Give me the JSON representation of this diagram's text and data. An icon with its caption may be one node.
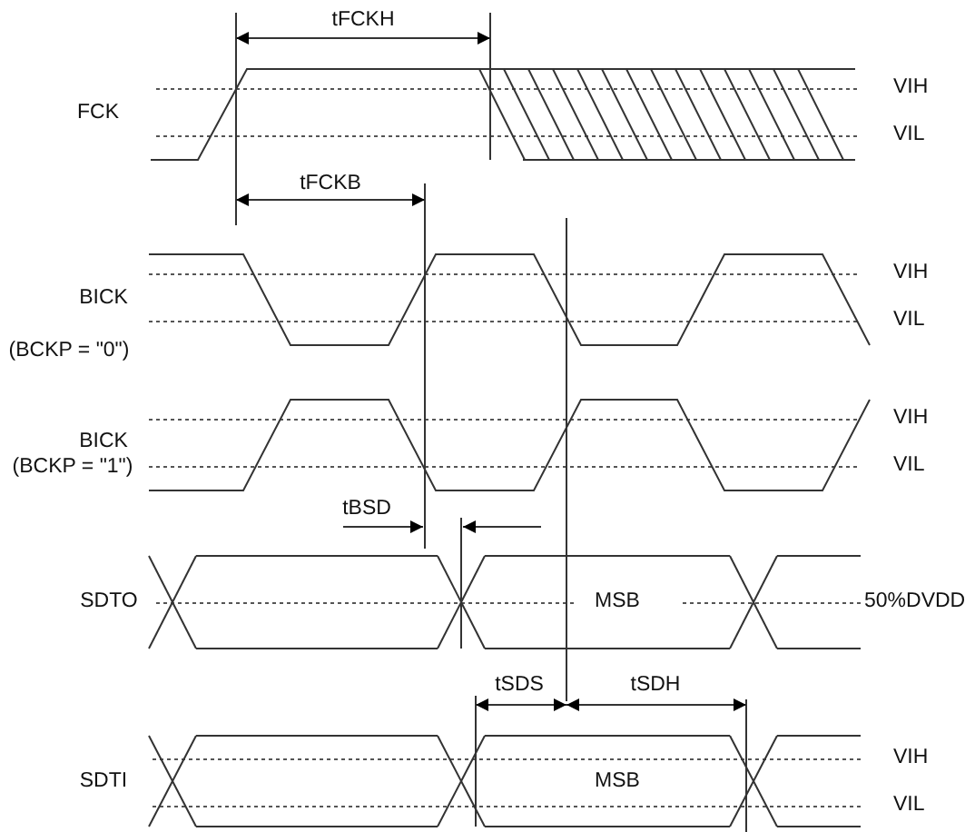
{
  "diagram": {
    "labels": [
      "tFCKH",
      "FCK",
      "VIH",
      "VIL",
      "tFCKB",
      "BICK",
      "VIH",
      "(BCKP = \"0\")",
      "VIL",
      "BICK",
      "VIH",
      "(BCKP = \"1\")",
      "VIL",
      "tBSD",
      "SDTO",
      "MSB",
      "50%DVDD",
      "tSDS",
      "tSDH",
      "SDTI",
      "VIH",
      "MSB",
      "VIL"
    ]
  }
}
